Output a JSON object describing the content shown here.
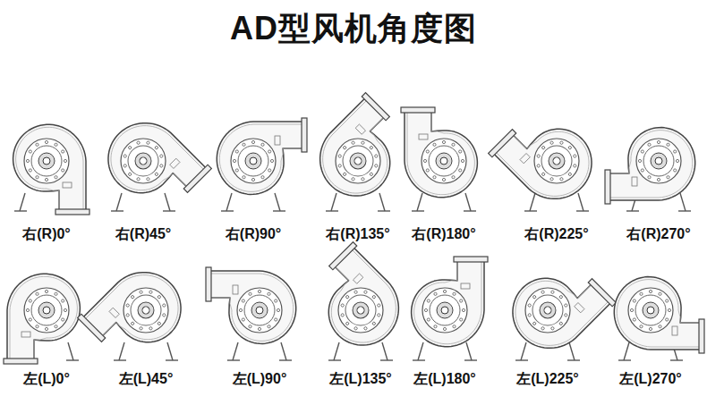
{
  "diagram": {
    "title": "AD型风机角度图",
    "labels": [
      "右(R)0°",
      "右(R)45°",
      "右(R)90°",
      "右(R)135°",
      "右(R)180°",
      "右(R)225°",
      "右(R)270°",
      "左(L)0°",
      "左(L)45°",
      "左(L)90°",
      "左(L)135°",
      "左(L)180°",
      "左(L)225°",
      "左(L)270°"
    ]
  }
}
